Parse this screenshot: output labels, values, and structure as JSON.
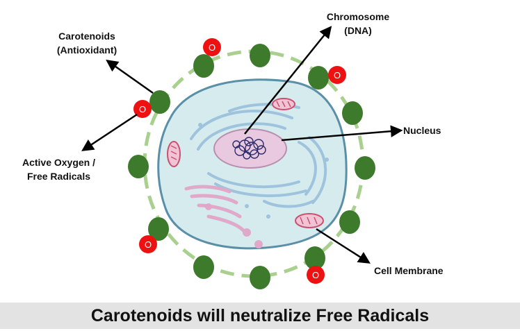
{
  "labels": {
    "carotenoids": [
      "Carotenoids",
      "(Antioxidant)"
    ],
    "chromosome": [
      "Chromosome",
      "(DNA)"
    ],
    "active_oxygen": [
      "Active Oxygen /",
      "Free Radicals"
    ],
    "nucleus": "Nucleus",
    "cell_membrane": "Cell Membrane"
  },
  "radical_symbol": "O",
  "caption": "Carotenoids will neutralize Free Radicals",
  "colors": {
    "carotenoid": "#3d7a2c",
    "radical": "#ee1111",
    "membrane_ring": "#a9d08e",
    "cytoplasm": "#d6ebee",
    "cell_border": "#5a8fa8",
    "nucleus_fill": "#e9c9e0",
    "nucleolus": "#e7b3d6",
    "dna": "#2b2b6a",
    "er": "#9ec3dc",
    "golgi": "#e1a9c9",
    "mitochondria": "#c9506f",
    "caption_bg": "#e3e3e3"
  }
}
